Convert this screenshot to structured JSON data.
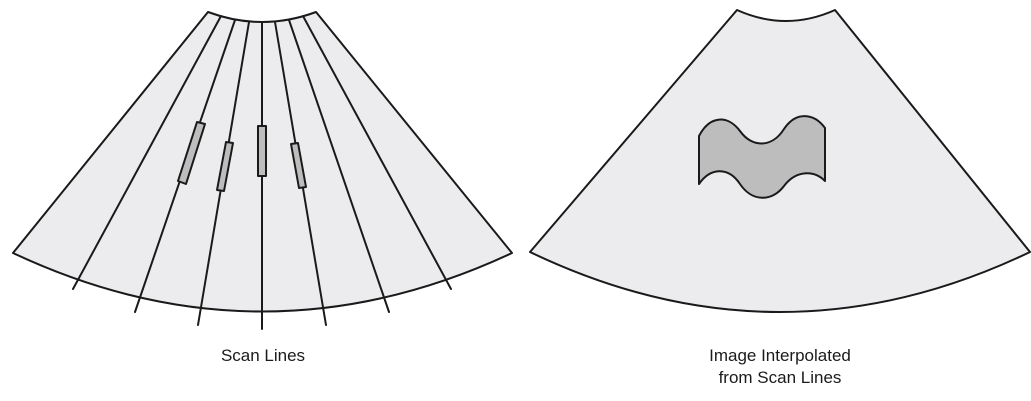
{
  "panels": [
    {
      "id": "scan-lines",
      "caption": "Scan Lines"
    },
    {
      "id": "interpolated",
      "caption_line1": "Image Interpolated",
      "caption_line2": "from Scan Lines"
    }
  ],
  "colors": {
    "sector_fill": "#ececef",
    "outline": "#1a1a1a",
    "sample_fill": "#bdbdbd",
    "caption_text": "#1a1a1a"
  }
}
